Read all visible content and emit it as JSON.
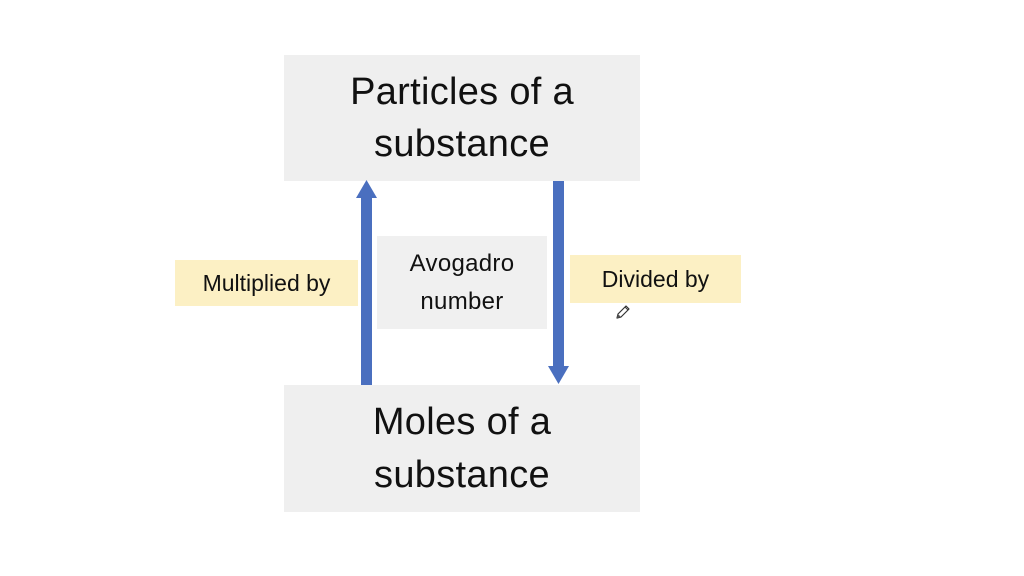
{
  "diagram": {
    "top_box": {
      "line1": "Particles of a",
      "line2": "substance"
    },
    "bottom_box": {
      "line1": "Moles of a",
      "line2": "substance"
    },
    "middle_box": {
      "line1": "Avogadro",
      "line2": "number"
    },
    "left_label": "Multiplied by",
    "right_label": "Divided by"
  },
  "colors": {
    "arrow": "#4a6fbf",
    "box_fill": "#efefef",
    "label_fill": "#fcf0c4",
    "text": "#111111"
  },
  "icons": {
    "cursor": "pencil-icon"
  }
}
